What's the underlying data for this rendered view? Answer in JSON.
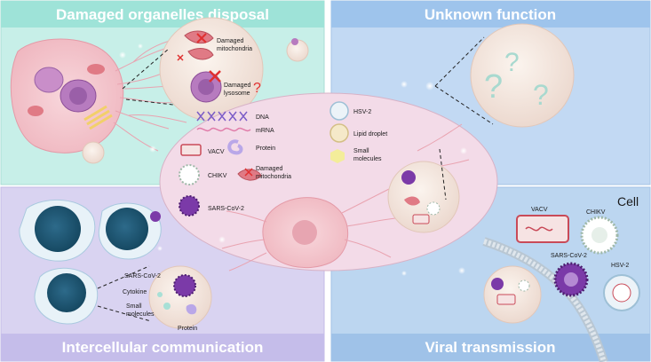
{
  "panels": {
    "top_left": "Damaged organelles disposal",
    "top_right": "Unknown function",
    "bottom_left": "Intercellular communication",
    "bottom_right": "Viral transmission"
  },
  "top_left_labels": {
    "damaged_mitochondria": [
      "Damaged",
      "mitochondria"
    ],
    "damaged_lysosome": [
      "Damaged",
      "lysosome"
    ]
  },
  "center_legend": {
    "dna": "DNA",
    "mrna": "mRNA",
    "protein": "Protein",
    "vacv": "VACV",
    "chikv": "CHIKV",
    "damaged_mitochondria": [
      "Damaged",
      "mitochondria"
    ],
    "sars": "SARS-CoV-2",
    "hsv2": "HSV-2",
    "lipid_droplet": "Lipid droplet",
    "small_molecules": [
      "Small",
      "molecules"
    ]
  },
  "bottom_left_labels": {
    "sars": "SARS-CoV-2",
    "cytokine": "Cytokine",
    "small_molecules": [
      "Small",
      "molecules"
    ],
    "protein": "Protein"
  },
  "bottom_right_labels": {
    "cell": "Cell",
    "vacv": "VACV",
    "chikv": "CHIKV",
    "sars": "SARS-CoV-2",
    "hsv2": "HSV-2"
  },
  "colors": {
    "top_left_bg": "#c7efe8",
    "top_left_title": "#9ee3d8",
    "top_right_bg": "#c2d9f3",
    "top_right_title": "#9ec4ec",
    "bottom_left_bg": "#d9d3f1",
    "bottom_left_title": "#c5bdea",
    "bottom_right_bg": "#bcd6f0",
    "bottom_right_title": "#9fc2e8",
    "center_ellipse": "#f3dbe8",
    "cell_pink": "#f4c3cc",
    "virus_purple": "#7b3aa8",
    "damage_red": "#e03030"
  }
}
